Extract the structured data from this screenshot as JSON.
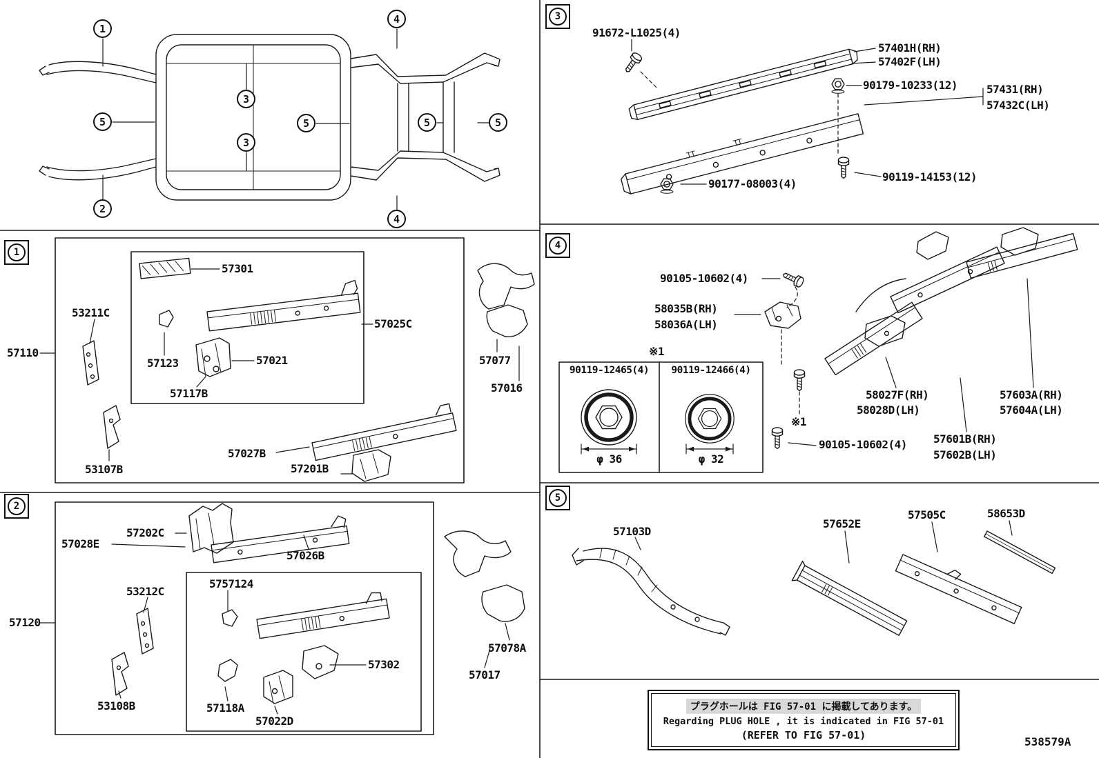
{
  "doc_id": "538579A",
  "sections": {
    "s1": {
      "num": "1"
    },
    "s2": {
      "num": "2"
    },
    "s3": {
      "num": "3"
    },
    "s4": {
      "num": "4"
    },
    "s5": {
      "num": "5"
    }
  },
  "overview": {
    "callouts": {
      "c1": "1",
      "c2": "2",
      "c3a": "3",
      "c3b": "3",
      "c4a": "4",
      "c4b": "4",
      "c5a": "5",
      "c5b": "5",
      "c5c": "5",
      "c5d": "5"
    }
  },
  "s1": {
    "p57110": "57110",
    "p53211C": "53211C",
    "p57301": "57301",
    "p57123": "57123",
    "p57021": "57021",
    "p57117B": "57117B",
    "p57025C": "57025C",
    "p57077": "57077",
    "p57016": "57016",
    "p57027B": "57027B",
    "p57201B": "57201B",
    "p53107B": "53107B"
  },
  "s2": {
    "p57120": "57120",
    "p57028E": "57028E",
    "p57202C": "57202C",
    "p53212C": "53212C",
    "p57124": "5757124",
    "p57026B": "57026B",
    "p57118A": "57118A",
    "p57022D": "57022D",
    "p57302": "57302",
    "p53108B": "53108B",
    "p57078A": "57078A",
    "p57017": "57017"
  },
  "s3": {
    "p91672": "91672-L1025(4)",
    "p57401H": "57401H(RH)",
    "p57402F": "57402F(LH)",
    "p90179": "90179-10233(12)",
    "p57431": "57431(RH)",
    "p57432C": "57432C(LH)",
    "p90177": "90177-08003(4)",
    "p90119_14153": "90119-14153(12)"
  },
  "s4": {
    "p90105_a": "90105-10602(4)",
    "p58035B": "58035B(RH)",
    "p58036A": "58036A(LH)",
    "ref1": "※1",
    "ref2": "※1",
    "washers": {
      "left_pn": "90119-12465(4)",
      "right_pn": "90119-12466(4)",
      "left_dia": "φ 36",
      "right_dia": "φ 32"
    },
    "p90105_b": "90105-10602(4)",
    "p58027F": "58027F(RH)",
    "p58028D": "58028D(LH)",
    "p57603A": "57603A(RH)",
    "p57604A": "57604A(LH)",
    "p57601B": "57601B(RH)",
    "p57602B": "57602B(LH)"
  },
  "s5": {
    "p57103D": "57103D",
    "p57652E": "57652E",
    "p57505C": "57505C",
    "p58653D": "58653D"
  },
  "note": {
    "jp": "プラグホールは FIG 57-01 に掲載してあります。",
    "en1": "Regarding  PLUG  HOLE , it is indicated in FIG  57-01",
    "en2": "(REFER TO FIG 57-01)"
  }
}
